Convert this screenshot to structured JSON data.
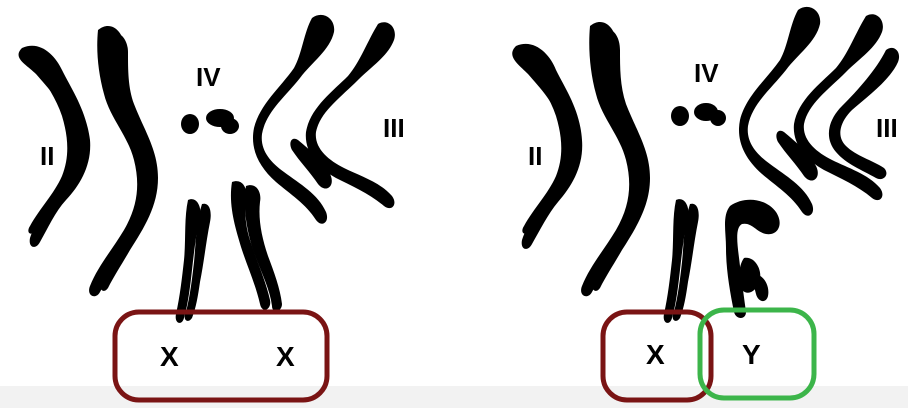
{
  "colors": {
    "chromosome": "#000000",
    "female_box": "#7a1414",
    "male_x_box": "#7a1414",
    "male_y_box": "#3cb54a",
    "background": "#ffffff"
  },
  "karyotype_left": {
    "label_II": "II",
    "label_III": "III",
    "label_IV": "IV",
    "sex_label_1": "X",
    "sex_label_2": "X"
  },
  "karyotype_right": {
    "label_II": "II",
    "label_III": "III",
    "label_IV": "IV",
    "sex_label_x": "X",
    "sex_label_y": "Y"
  }
}
